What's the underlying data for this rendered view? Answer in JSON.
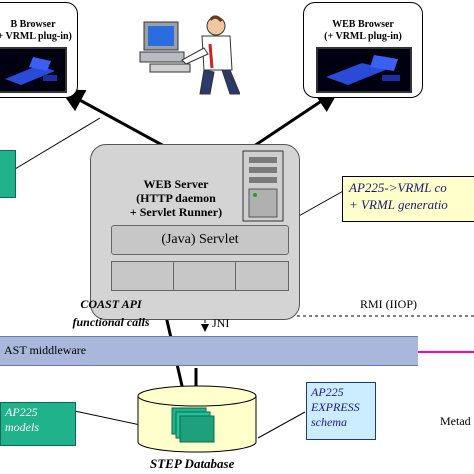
{
  "browser_left": {
    "title_line1": "B Browser",
    "title_line2": "(+ VRML plug-in)"
  },
  "browser_right": {
    "title_line1": "WEB Browser",
    "title_line2": "(+ VRML plug-in)"
  },
  "web_server": {
    "line1": "WEB Server",
    "line2": "(HTTP daemon",
    "line3": "+ Servlet Runner)"
  },
  "servlet": {
    "label": "(Java) Servlet"
  },
  "converter_note": {
    "line1": "AP225->VRML co",
    "line2": "+ VRML generatio"
  },
  "coast_api": {
    "line1": "COAST API",
    "line2": "functional calls"
  },
  "jni": {
    "label": "JNI"
  },
  "rmi": {
    "label": "RMI (IIOP)"
  },
  "middleware": {
    "label": "AST middleware"
  },
  "ap225_models": {
    "line1": "AP225",
    "line2": "models"
  },
  "step_db": {
    "label": "STEP Database"
  },
  "ap225_schema": {
    "line1": "AP225",
    "line2": "EXPRESS",
    "line3": "schema"
  },
  "metadata": {
    "label": "Metad"
  },
  "colors": {
    "server_fill": "#d4d4d4",
    "middleware_fill": "#a9b7db",
    "note_fill": "#ffffcc",
    "model_fill": "#20b28a",
    "schema_fill": "#ccecff",
    "db_fill": "#ffffcc",
    "rmi_arrow": "#ff00cc"
  }
}
